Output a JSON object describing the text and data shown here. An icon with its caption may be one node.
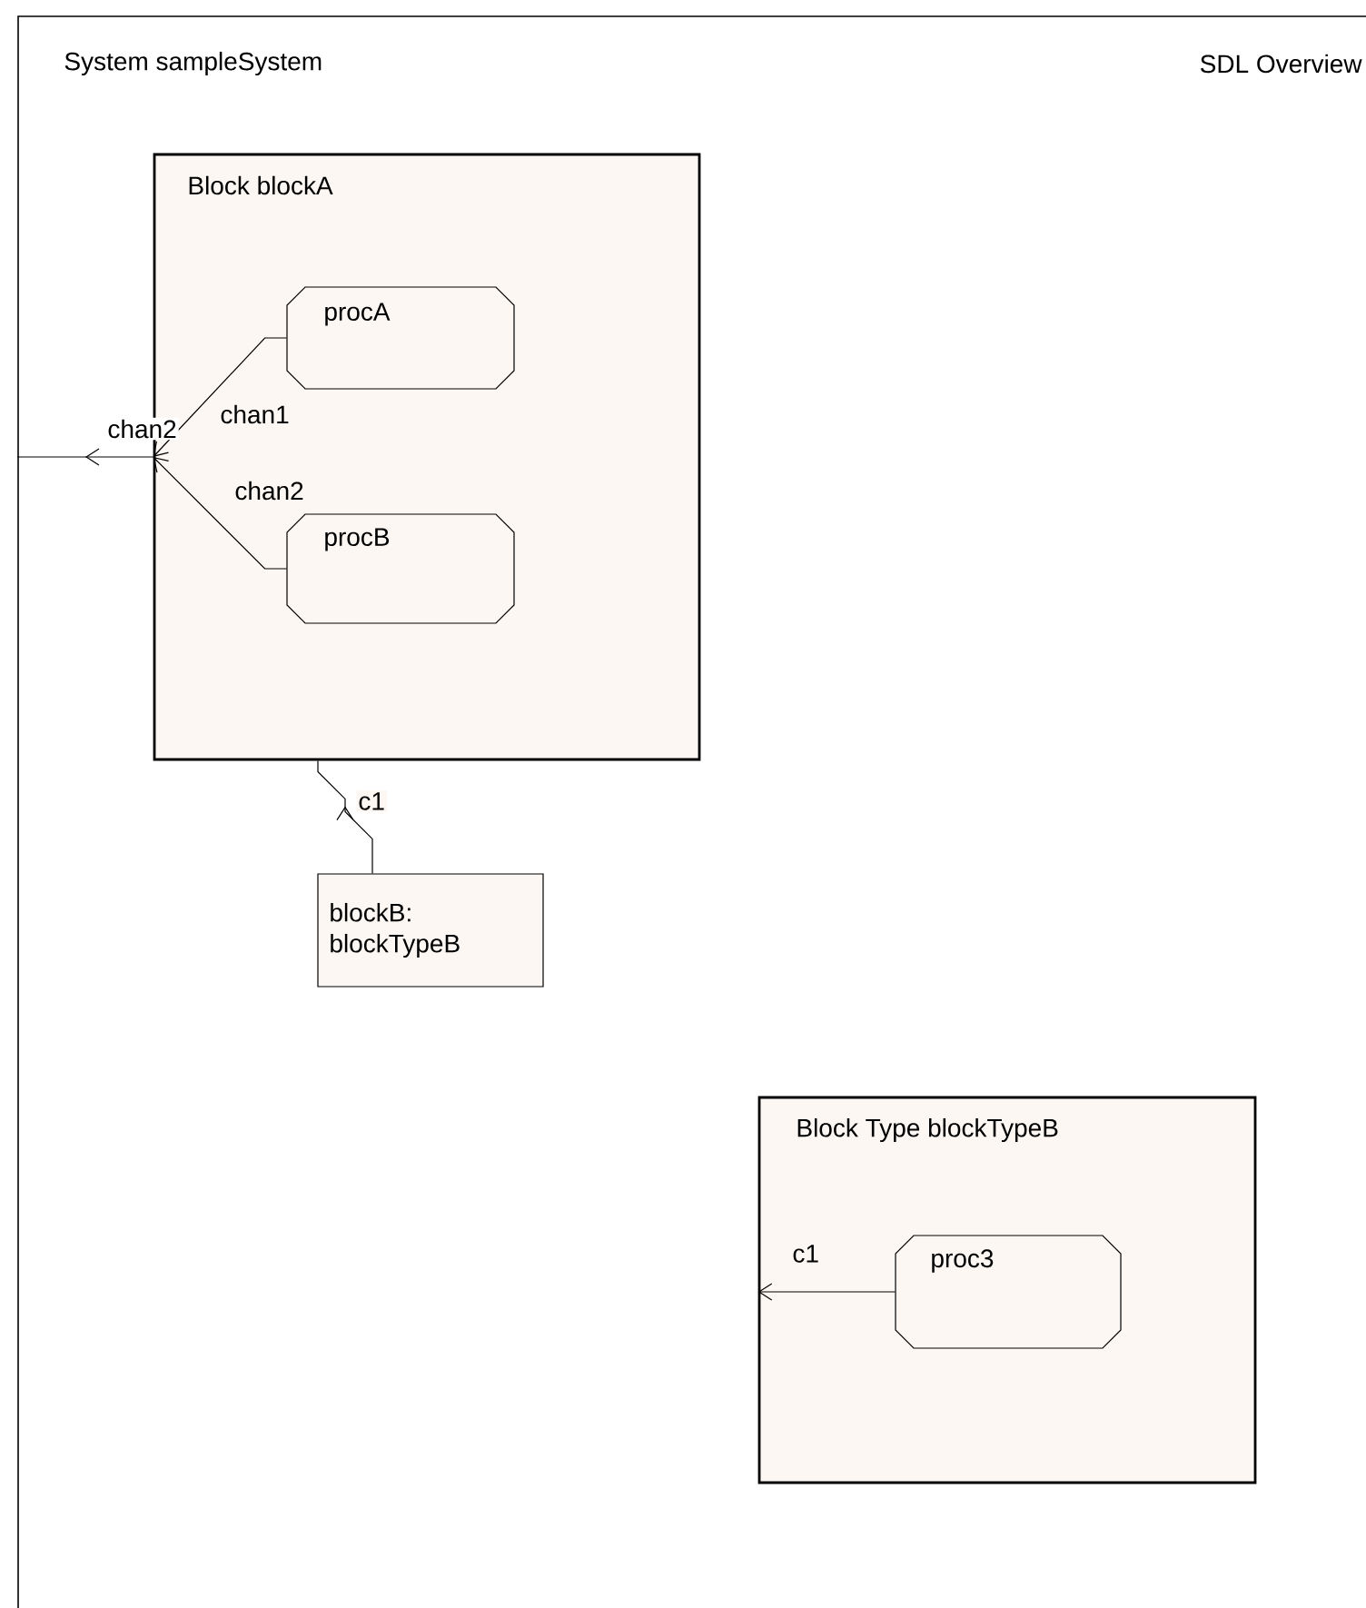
{
  "diagram": {
    "nodes": [
      {
        "text": [
          "System sampleSystem"
        ]
      },
      {
        "text": [
          "Block blockA"
        ],
        "in": 0
      },
      {
        "text": [
          "procA"
        ],
        "in": 1
      },
      {
        "text": [
          "procB"
        ],
        "in": 1
      },
      {
        "text": [
          "blockB: blockTypeB"
        ],
        "in": 0
      },
      {
        "text": [
          "Block Type blockTypeB"
        ],
        "in": 0
      },
      {
        "text": [
          "proc3"
        ],
        "in": 5
      }
    ],
    "edges": [
      {
        "from": 1,
        "to": 0,
        "arrow": "to",
        "label": "chan2"
      },
      {
        "from": 2,
        "to": 1,
        "arrow": "to",
        "label": "chan1"
      },
      {
        "from": 3,
        "to": 1,
        "arrow": "to",
        "label": "chan2"
      },
      {
        "from": 4,
        "to": 1,
        "arrow": "to",
        "label": "c1"
      },
      {
        "from": 6,
        "to": 5,
        "arrow": "to",
        "label": "c1"
      }
    ],
    "labels": [
      "SDL Overview"
    ]
  }
}
